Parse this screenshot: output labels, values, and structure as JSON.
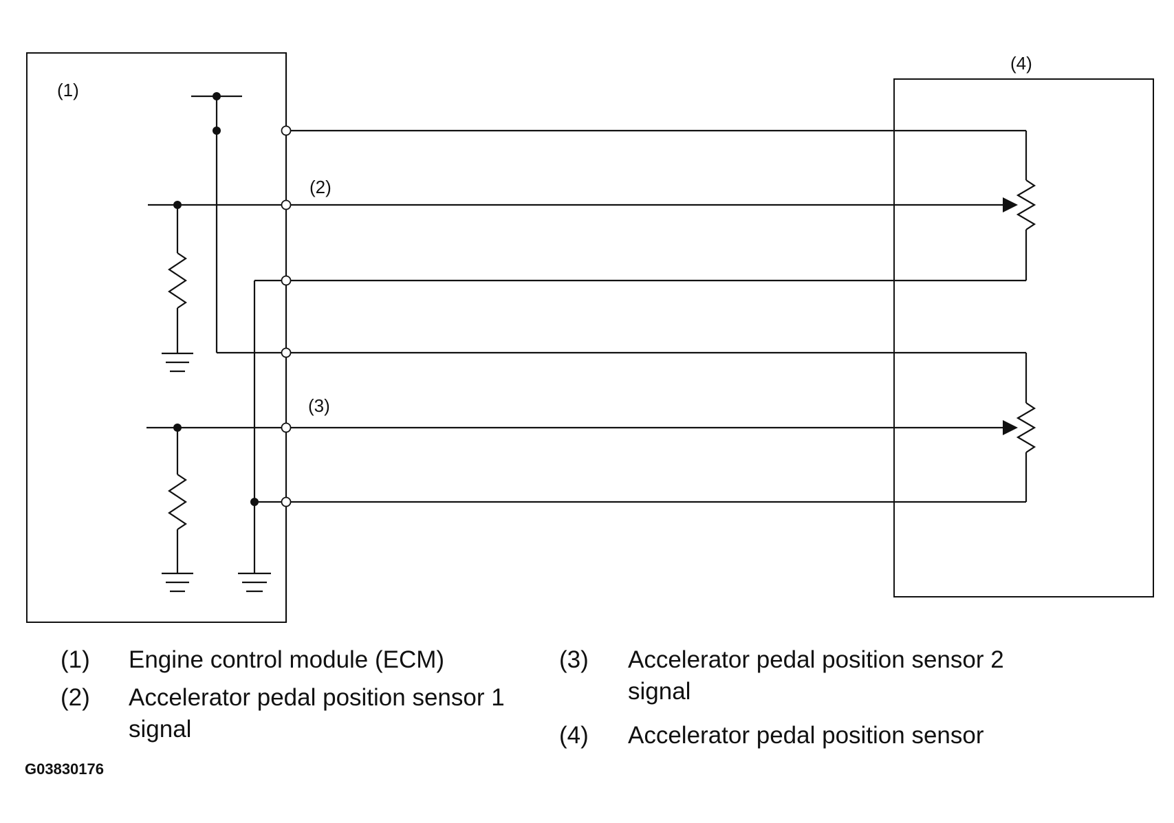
{
  "diagram": {
    "callouts": {
      "ecm": "(1)",
      "signal1": "(2)",
      "signal2": "(3)",
      "sensor": "(4)"
    },
    "legend": [
      {
        "num": "(1)",
        "text": "Engine control module (ECM)"
      },
      {
        "num": "(2)",
        "text": "Accelerator pedal position sensor 1 signal"
      },
      {
        "num": "(3)",
        "text": "Accelerator pedal position sensor 2 signal"
      },
      {
        "num": "(4)",
        "text": "Accelerator pedal position sensor"
      }
    ],
    "figure_id": "G03830176",
    "colors": {
      "line": "#111111",
      "background": "#ffffff"
    }
  }
}
